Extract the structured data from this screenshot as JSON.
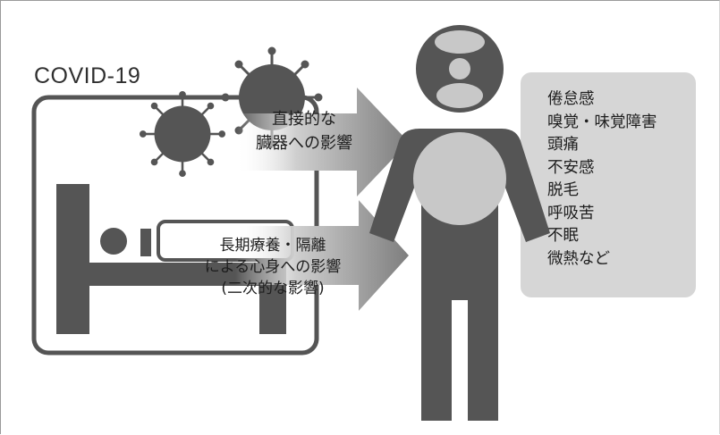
{
  "covid_label": "COVID-19",
  "direct_arrow": {
    "line1": "直接的な",
    "line2": "臓器への影響"
  },
  "indirect_arrow": {
    "line1": "長期療養・隔離",
    "line2": "による心身への影響",
    "line3": "(二次的な影響)"
  },
  "symptoms": [
    "倦怠感",
    "嗅覚・味覚障害",
    "頭痛",
    "不安感",
    "脱毛",
    "呼吸苦",
    "不眠",
    "微熱など"
  ],
  "colors": {
    "dark": "#555555",
    "mid": "#8a8a8a",
    "light": "#c8c8c8",
    "panel": "#d6d6d6",
    "arrow": "#8f8f8f"
  }
}
